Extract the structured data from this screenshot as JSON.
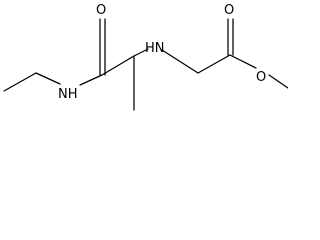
{
  "structure": {
    "atoms": {
      "o_amide": "O",
      "nh_amide": "NH",
      "nh_amine": "HN",
      "o_carbonyl": "O",
      "o_ester": "O"
    },
    "colors": {
      "bond": "#000000",
      "label": "#000000",
      "background": "#ffffff"
    }
  }
}
